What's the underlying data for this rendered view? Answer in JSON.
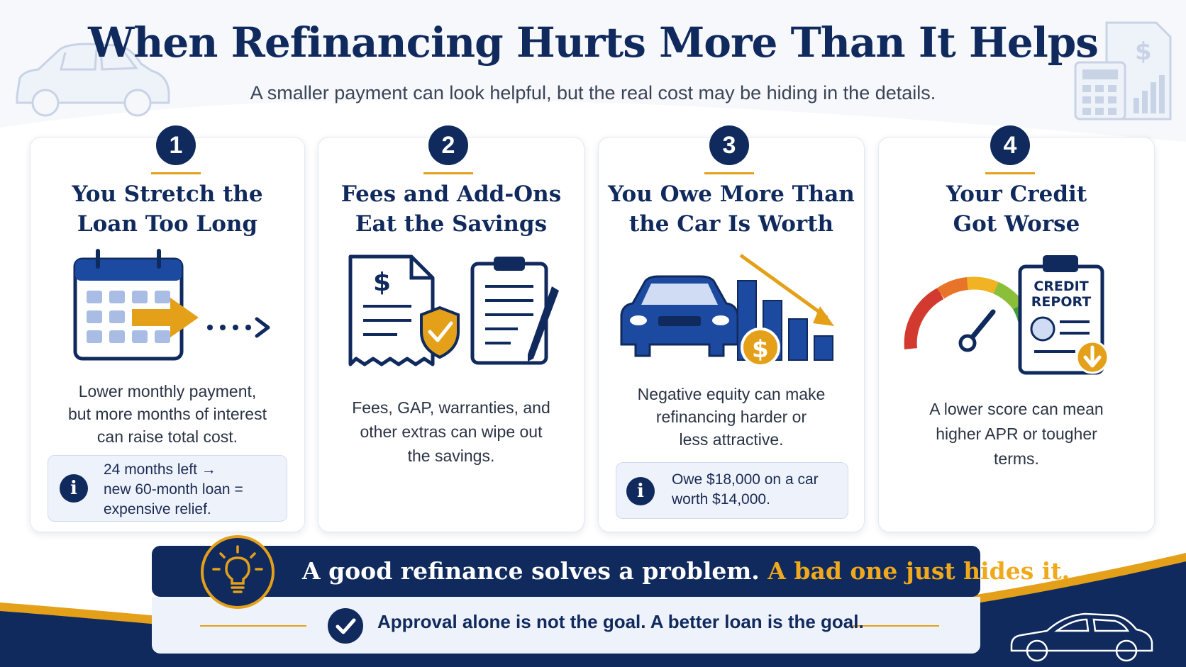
{
  "title": "When Refinancing Hurts More Than It Helps",
  "subtitle": "A smaller payment can look helpful, but the real cost may be hiding in the details.",
  "colors": {
    "navy": "#102a5e",
    "gold": "#e4a019",
    "banner_accent": "#f1a91c",
    "note_bg": "#eef2fb"
  },
  "cards": [
    {
      "number": "1",
      "title": "You Stretch the\nLoan Too Long",
      "icon": "calendar-arrow-icon",
      "body": "Lower monthly payment,\nbut more months of interest\ncan raise total cost.",
      "note": "24 months left →\nnew 60-month loan =\nexpensive relief."
    },
    {
      "number": "2",
      "title": "Fees and Add-Ons\nEat the Savings",
      "icon": "receipt-clipboard-icon",
      "body": "Fees, GAP, warranties, and\nother extras can wipe out\nthe savings."
    },
    {
      "number": "3",
      "title": "You Owe More Than\nthe Car Is Worth",
      "icon": "car-declining-chart-icon",
      "body": "Negative equity can make\nrefinancing harder or\nless attractive.",
      "note": "Owe $18,000 on a car\nworth $14,000."
    },
    {
      "number": "4",
      "title": "Your Credit\nGot Worse",
      "icon": "credit-gauge-icon",
      "body": "A lower score can mean\nhigher APR or tougher\nterms.",
      "report_label_1": "CREDIT",
      "report_label_2": "REPORT"
    }
  ],
  "banner": {
    "text_main": "A good refinance solves a problem. ",
    "text_accent": "A bad one just hides it."
  },
  "approval": "Approval alone is not the goal. A better loan is the goal.",
  "icons": {
    "info": "i",
    "dollar": "$"
  }
}
